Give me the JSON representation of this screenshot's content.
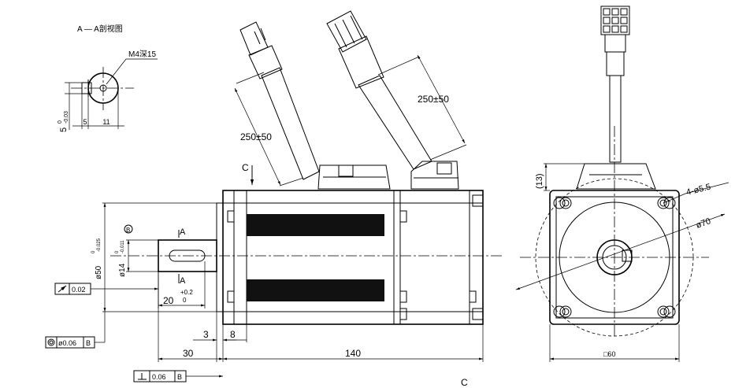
{
  "section_view": {
    "title": "A — A剖视图",
    "thread": "M4深15",
    "key_height": "5",
    "key_tol_upper": "0",
    "key_tol_lower": "-0.03",
    "key_depth": "5",
    "shaft_half": "11"
  },
  "side_view": {
    "cable_length_1": "250±50",
    "cable_length_2": "250±50",
    "section_mark_top": "C",
    "section_mark_bottom": "C",
    "section_a_upper": "A",
    "section_a_lower": "A",
    "datum_label": "B",
    "flange_dia": "ø50",
    "flange_tol_upper": "0",
    "flange_tol_lower": "-0.025",
    "shaft_dia": "ø14",
    "shaft_tol_upper": "0",
    "shaft_tol_lower": "-0.011",
    "key_len": "20",
    "key_len_tol_upper": "+0.2",
    "key_len_tol_lower": "0",
    "dim_3": "3",
    "dim_8": "8",
    "dim_30": "30",
    "dim_140": "140",
    "runout": "0.02",
    "coax_value": "ø0.06",
    "coax_datum": "B",
    "perp_value": "0.06",
    "perp_datum": "B"
  },
  "end_view": {
    "height_13": "(13)",
    "holes": "4-ø5.5",
    "pcd": "ø70",
    "square": "□60"
  }
}
